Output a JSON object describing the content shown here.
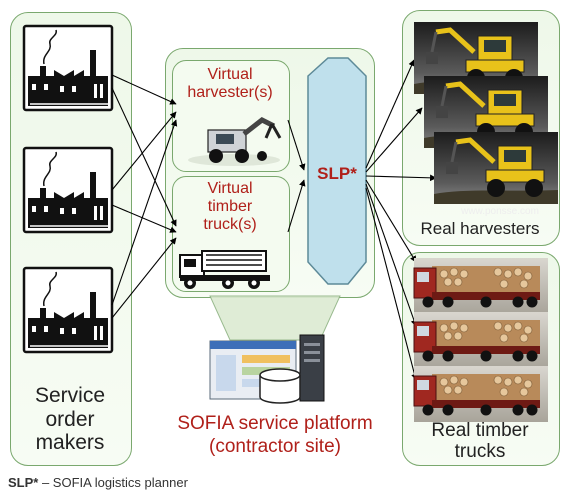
{
  "service_order_makers": {
    "label_lines": [
      "Service",
      "order",
      "makers"
    ]
  },
  "virtual_harvester": {
    "label_lines": [
      "Virtual",
      "harvester(s)"
    ]
  },
  "virtual_truck": {
    "label_lines": [
      "Virtual",
      "timber",
      "truck(s)"
    ]
  },
  "slp_label": "SLP*",
  "real_harvesters": {
    "label": "Real harvesters",
    "watermark": "www.ponsse.com"
  },
  "real_trucks": {
    "label_lines": [
      "Real timber",
      "trucks"
    ]
  },
  "platform": {
    "label_lines": [
      "SOFIA service platform",
      "(contractor site)"
    ]
  },
  "footnote": {
    "abbr": "SLP*",
    "text": " – SOFIA logistics planner"
  },
  "colors": {
    "panel_border": "#7aa86e",
    "panel_fill": "#eef8e9",
    "slp_fill": "#bfe0ec",
    "accent_red": "#b0201a",
    "truck_red": "#a02820",
    "harvester_yellow": "#e8c21a"
  }
}
